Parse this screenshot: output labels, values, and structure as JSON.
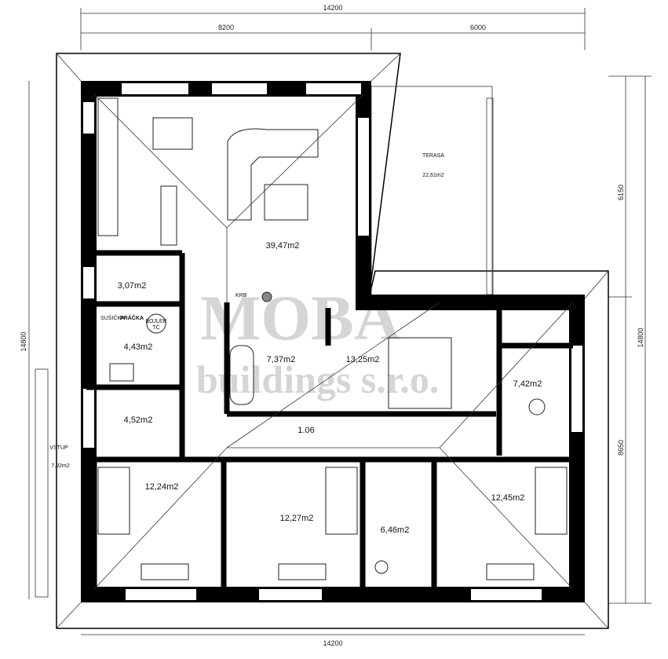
{
  "dimensions": {
    "top_total": "14200",
    "top_left": "8200",
    "top_right": "6000",
    "bottom_total": "14200",
    "left_total": "14800",
    "right_upper": "6150",
    "right_lower": "8650",
    "right_total": "14800"
  },
  "rooms": {
    "living": "39,47m2",
    "terrace_name": "TERASA",
    "terrace_area": "22,61m2",
    "pantry": "3,07m2",
    "utility": "4,43m2",
    "dryer": "SUŠIČKA",
    "washer": "PRÁČKA",
    "boiler_line1": "BOJLER",
    "boiler_line2": "TČ",
    "fireplace": "KRB",
    "wardrobe": "4,52m2",
    "entry_name": "VSTUP",
    "entry_area": "7,92m2",
    "bathroom": "7,37m2",
    "master_bedroom": "13,25m2",
    "hall": "1.06",
    "bathroom2": "7,42m2",
    "bedroom1": "12,24m2",
    "bedroom2": "12,27m2",
    "wc": "6,46m2",
    "bedroom3": "12,45m2"
  },
  "watermark": {
    "line1": "MOBA",
    "line2": "buildings s.r.o."
  }
}
